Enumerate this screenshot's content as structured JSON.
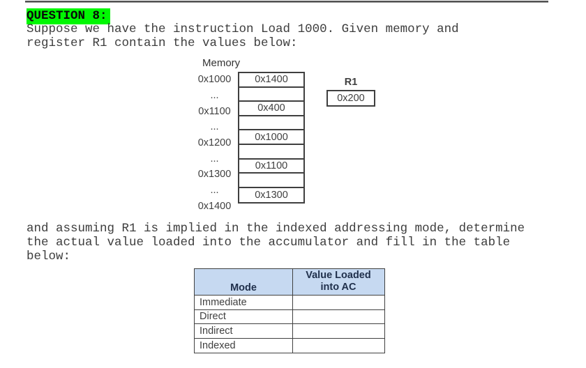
{
  "colors": {
    "highlight_green": "#00f702",
    "table_header_bg": "#c6d9f1",
    "table_header_text": "#20304c",
    "body_text": "#3d3d3d",
    "diagram_border": "#3f3f3f",
    "top_rule": "#515151"
  },
  "question": {
    "label": "QUESTION 8:",
    "intro_lines": [
      "Suppose we have the instruction Load 1000. Given memory and",
      "register R1 contain the values below:"
    ],
    "followup_lines": [
      "and assuming R1 is implied in the indexed addressing mode, determine",
      "the actual value loaded into the accumulator and fill in the table",
      "below:"
    ]
  },
  "memory_diagram": {
    "title": "Memory",
    "rows": [
      {
        "label": "0x1000",
        "value": "0x1400"
      },
      {
        "label": "...",
        "value": ""
      },
      {
        "label": "0x1100",
        "value": "0x400"
      },
      {
        "label": "...",
        "value": ""
      },
      {
        "label": "0x1200",
        "value": "0x1000"
      },
      {
        "label": "...",
        "value": ""
      },
      {
        "label": "0x1300",
        "value": "0x1100"
      },
      {
        "label": "...",
        "value": ""
      },
      {
        "label": "0x1400",
        "value": "0x1300"
      }
    ]
  },
  "register": {
    "name": "R1",
    "value": "0x200"
  },
  "answer_table": {
    "mode_header": "Mode",
    "value_header_lines": [
      "Value Loaded",
      "into AC"
    ],
    "rows": [
      {
        "mode": "Immediate",
        "value": ""
      },
      {
        "mode": "Direct",
        "value": ""
      },
      {
        "mode": "Indirect",
        "value": ""
      },
      {
        "mode": "Indexed",
        "value": ""
      }
    ]
  }
}
